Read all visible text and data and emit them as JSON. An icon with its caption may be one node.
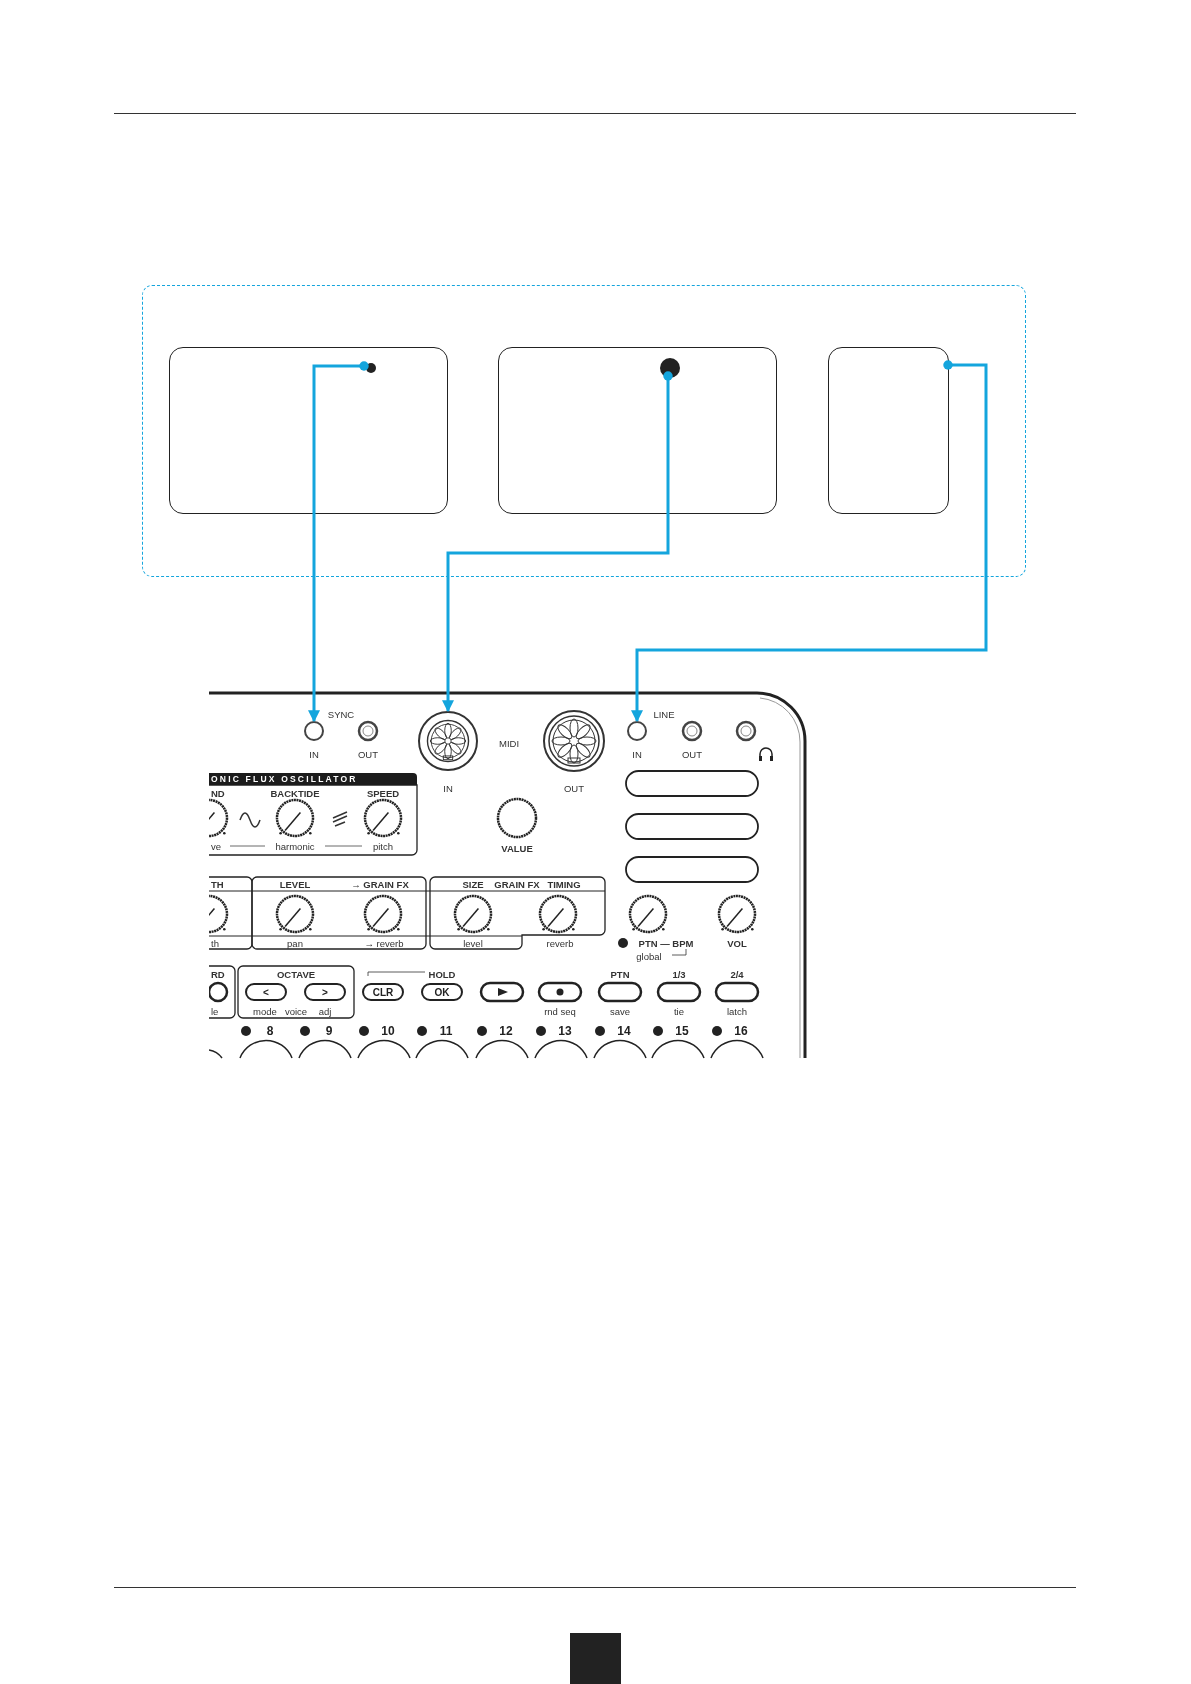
{
  "diagram": {
    "nodes": [
      {
        "text": [],
        "shape": "box"
      },
      {
        "text": [],
        "shape": "box",
        "in": 0
      },
      {
        "text": [],
        "shape": "box",
        "in": 0
      },
      {
        "text": [],
        "shape": "box",
        "in": 0
      },
      {
        "text": [],
        "shape": "circle",
        "in": 1
      },
      {
        "text": [],
        "shape": "circle",
        "in": 2
      },
      {
        "text": [],
        "shape": "circle",
        "beside": [
          "IN"
        ]
      },
      {
        "text": [],
        "shape": "circle",
        "beside": [
          "IN"
        ]
      },
      {
        "text": [],
        "shape": "circle",
        "beside": [
          "IN"
        ]
      }
    ],
    "edges": [
      {
        "from": 4,
        "to": 6,
        "arrow": "to"
      },
      {
        "from": 5,
        "to": 7,
        "arrow": "to"
      },
      {
        "from": 3,
        "to": 8,
        "arrow": "to"
      }
    ],
    "labels": [
      "SYNC",
      "OUT",
      "MIDI",
      "OUT",
      "LINE",
      "OUT",
      "ONIC FLUX OSCILLATOR",
      "ND",
      "BACKTIDE",
      "SPEED",
      "ve",
      "harmonic",
      "pitch",
      "VALUE",
      "TH",
      "LEVEL",
      "→ GRAIN FX",
      "SIZE",
      "GRAIN FX",
      "TIMING",
      "th",
      "pan",
      "→ reverb",
      "level",
      "reverb",
      "PTN — BPM",
      "VOL",
      "global",
      "RD",
      "OCTAVE",
      "HOLD",
      "PTN",
      "1/3",
      "2/4",
      "<",
      ">",
      "CLR",
      "OK",
      "le",
      "mode",
      "voice",
      "adj",
      "rnd seq",
      "save",
      "tie",
      "latch",
      "8",
      "9",
      "10",
      "11",
      "12",
      "13",
      "14",
      "15",
      "16"
    ]
  }
}
